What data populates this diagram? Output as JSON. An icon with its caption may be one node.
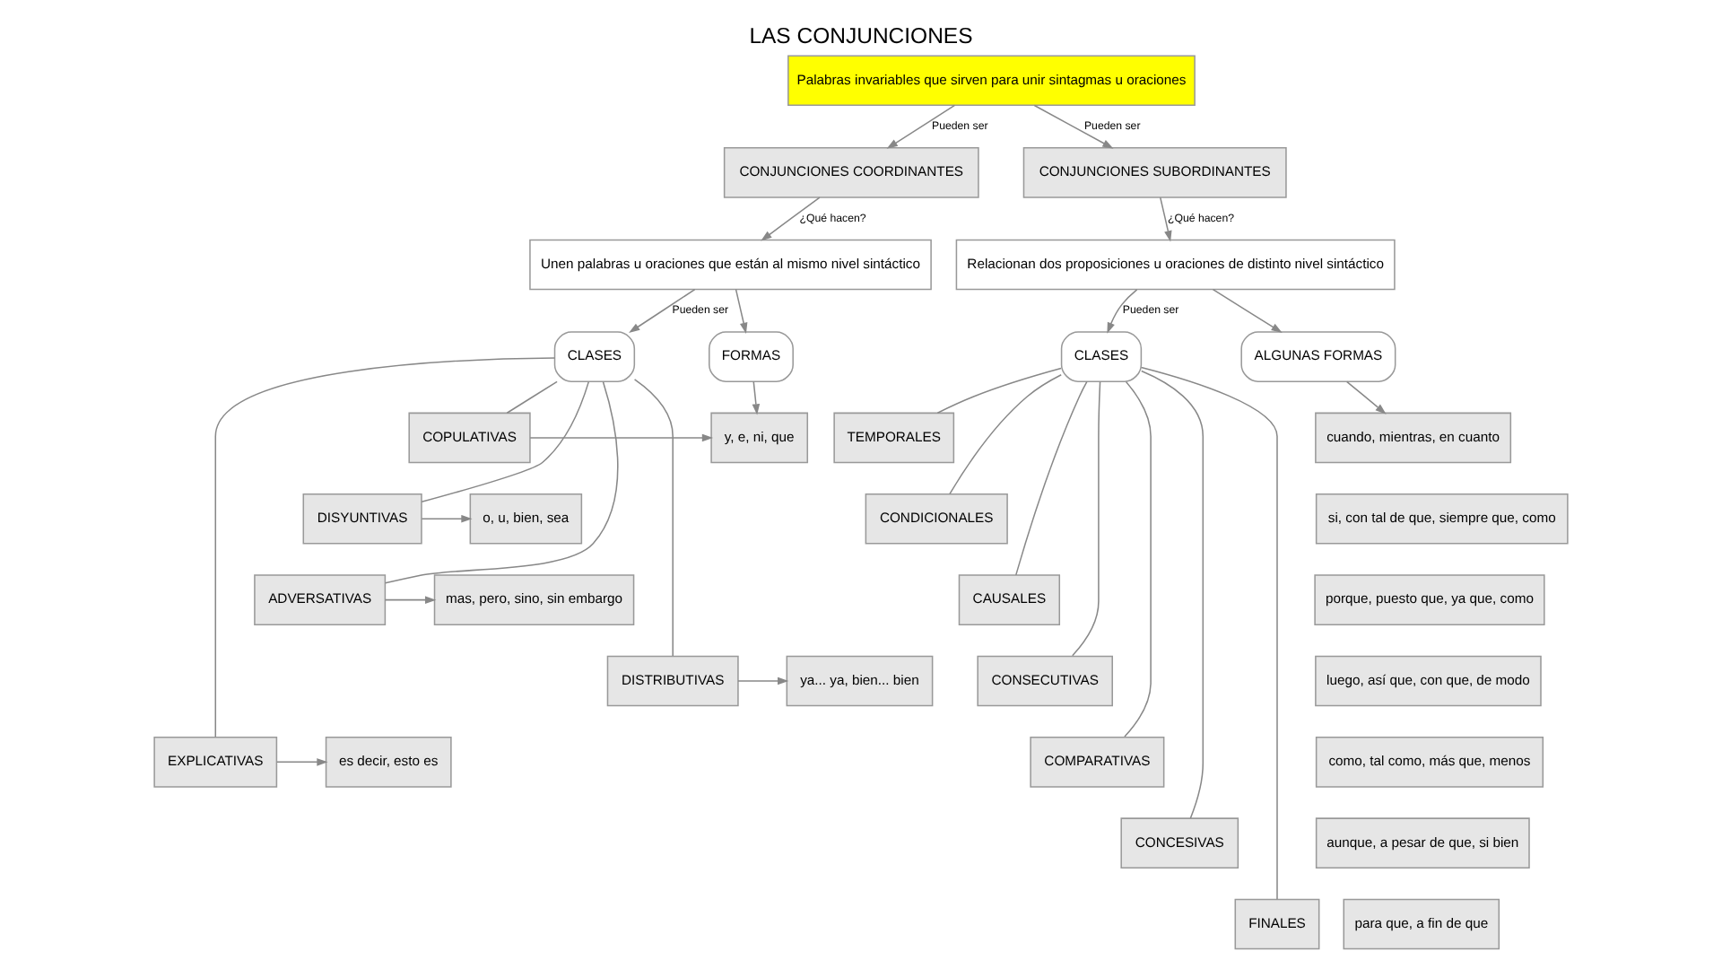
{
  "diagram": {
    "title": "LAS CONJUNCIONES",
    "nodes": [
      {
        "text": [
          "Palabras invariables que sirven para unir sintagmas u oraciones"
        ]
      },
      {
        "text": [
          "CONJUNCIONES COORDINANTES"
        ]
      },
      {
        "text": [
          "Unen palabras u oraciones que están al mismo nivel sintáctico"
        ]
      },
      {
        "text": [
          "CLASES"
        ]
      },
      {
        "text": [
          "FORMAS"
        ]
      },
      {
        "text": [
          "COPULATIVAS"
        ]
      },
      {
        "text": [
          "DISYUNTIVAS"
        ]
      },
      {
        "text": [
          "ADVERSATIVAS"
        ]
      },
      {
        "text": [
          "DISTRIBUTIVAS"
        ]
      },
      {
        "text": [
          "EXPLICATIVAS"
        ]
      },
      {
        "text": [
          "y, e, ni, que"
        ]
      },
      {
        "text": [
          "o, u, bien, sea"
        ]
      },
      {
        "text": [
          "mas, pero, sino, sin embargo"
        ]
      },
      {
        "text": [
          "ya... ya, bien... bien"
        ]
      },
      {
        "text": [
          "es decir, esto es"
        ]
      },
      {
        "text": [
          "CONJUNCIONES SUBORDINANTES"
        ]
      },
      {
        "text": [
          "Relacionan dos proposiciones u oraciones de distinto nivel sintáctico"
        ]
      },
      {
        "text": [
          "CLASES"
        ]
      },
      {
        "text": [
          "ALGUNAS FORMAS"
        ]
      },
      {
        "text": [
          "TEMPORALES"
        ]
      },
      {
        "text": [
          "CONDICIONALES"
        ]
      },
      {
        "text": [
          "CAUSALES"
        ]
      },
      {
        "text": [
          "CONSECUTIVAS"
        ]
      },
      {
        "text": [
          "COMPARATIVAS"
        ]
      },
      {
        "text": [
          "CONCESIVAS"
        ]
      },
      {
        "text": [
          "FINALES"
        ]
      },
      {
        "text": [
          "cuando, mientras, en cuanto"
        ]
      },
      {
        "text": [
          "si, con tal de que, siempre que, como"
        ]
      },
      {
        "text": [
          "porque, puesto que, ya que, como"
        ]
      },
      {
        "text": [
          "luego, así que, con que, de modo"
        ]
      },
      {
        "text": [
          "como, tal como, más que, menos"
        ]
      },
      {
        "text": [
          "aunque, a pesar de que, si bien"
        ]
      },
      {
        "text": [
          "para que, a fin de que"
        ]
      }
    ],
    "edges": [
      {
        "from": 0,
        "to": 1,
        "arrow": "to",
        "label": "Pueden ser"
      },
      {
        "from": 0,
        "to": 15,
        "arrow": "to",
        "label": "Pueden ser"
      },
      {
        "from": 1,
        "to": 2,
        "arrow": "to",
        "label": "¿Qué hacen?"
      },
      {
        "from": 2,
        "to": 3,
        "arrow": "to",
        "label": "Pueden ser"
      },
      {
        "from": 2,
        "to": 4,
        "arrow": "to"
      },
      {
        "from": 3,
        "to": 5,
        "arrow": "none"
      },
      {
        "from": 3,
        "to": 6,
        "arrow": "none"
      },
      {
        "from": 3,
        "to": 7,
        "arrow": "none"
      },
      {
        "from": 3,
        "to": 8,
        "arrow": "none"
      },
      {
        "from": 3,
        "to": 9,
        "arrow": "none"
      },
      {
        "from": 4,
        "to": 10,
        "arrow": "to"
      },
      {
        "from": 5,
        "to": 10,
        "arrow": "to"
      },
      {
        "from": 6,
        "to": 11,
        "arrow": "to"
      },
      {
        "from": 7,
        "to": 12,
        "arrow": "to"
      },
      {
        "from": 8,
        "to": 13,
        "arrow": "to"
      },
      {
        "from": 9,
        "to": 14,
        "arrow": "to"
      },
      {
        "from": 15,
        "to": 16,
        "arrow": "to",
        "label": "¿Qué hacen?"
      },
      {
        "from": 16,
        "to": 17,
        "arrow": "to",
        "label": "Pueden ser"
      },
      {
        "from": 16,
        "to": 18,
        "arrow": "to"
      },
      {
        "from": 17,
        "to": 19,
        "arrow": "none"
      },
      {
        "from": 17,
        "to": 20,
        "arrow": "none"
      },
      {
        "from": 17,
        "to": 21,
        "arrow": "none"
      },
      {
        "from": 17,
        "to": 22,
        "arrow": "none"
      },
      {
        "from": 17,
        "to": 23,
        "arrow": "none"
      },
      {
        "from": 17,
        "to": 24,
        "arrow": "none"
      },
      {
        "from": 17,
        "to": 25,
        "arrow": "none"
      },
      {
        "from": 18,
        "to": 26,
        "arrow": "to"
      }
    ]
  }
}
